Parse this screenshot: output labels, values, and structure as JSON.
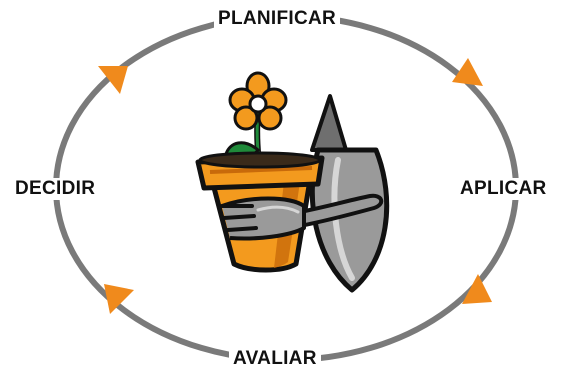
{
  "cycle": {
    "stages": {
      "top": "PLANIFICAR",
      "right": "APLICAR",
      "bottom": "AVALIAR",
      "left": "DECIDIR"
    },
    "colors": {
      "ring": "#7a7a7a",
      "arrow": "#f08a1c",
      "label_text": "#111111"
    }
  },
  "illustration": {
    "subject": "flower-pot-with-garden-fork-and-trowel",
    "colors": {
      "pot": "#f39a1e",
      "pot_shadow": "#c86a0a",
      "petals": "#f39a1e",
      "flower_center": "#ffffff",
      "leaf": "#1f8a3a",
      "tool_metal": "#9a9a9a",
      "outline": "#111111"
    }
  }
}
